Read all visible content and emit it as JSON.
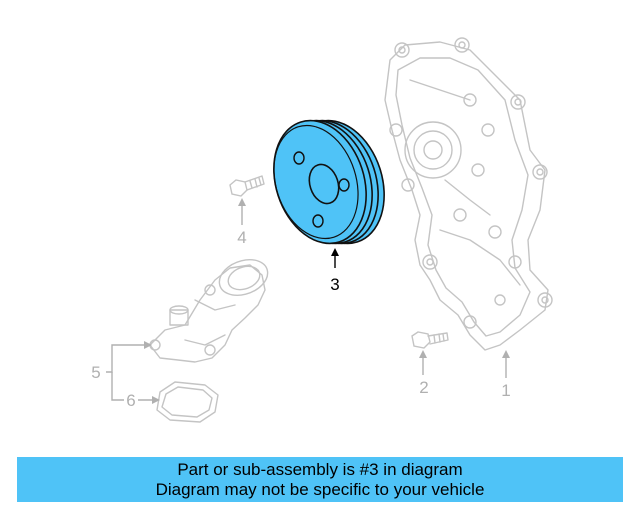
{
  "diagram": {
    "callouts": [
      {
        "id": "1",
        "label": "1"
      },
      {
        "id": "2",
        "label": "2"
      },
      {
        "id": "3",
        "label": "3"
      },
      {
        "id": "4",
        "label": "4"
      },
      {
        "id": "5",
        "label": "5"
      },
      {
        "id": "6",
        "label": "6"
      }
    ],
    "highlighted_part": "3",
    "colors": {
      "highlight": "#4fc3f7",
      "ghost_line": "#c4c4c4",
      "ghost_text": "#b0b0b0",
      "active_text": "#000000"
    }
  },
  "banner": {
    "line1": "Part or sub-assembly is #3 in diagram",
    "line2": "Diagram may not be specific to your vehicle",
    "background": "#4fc3f7"
  }
}
